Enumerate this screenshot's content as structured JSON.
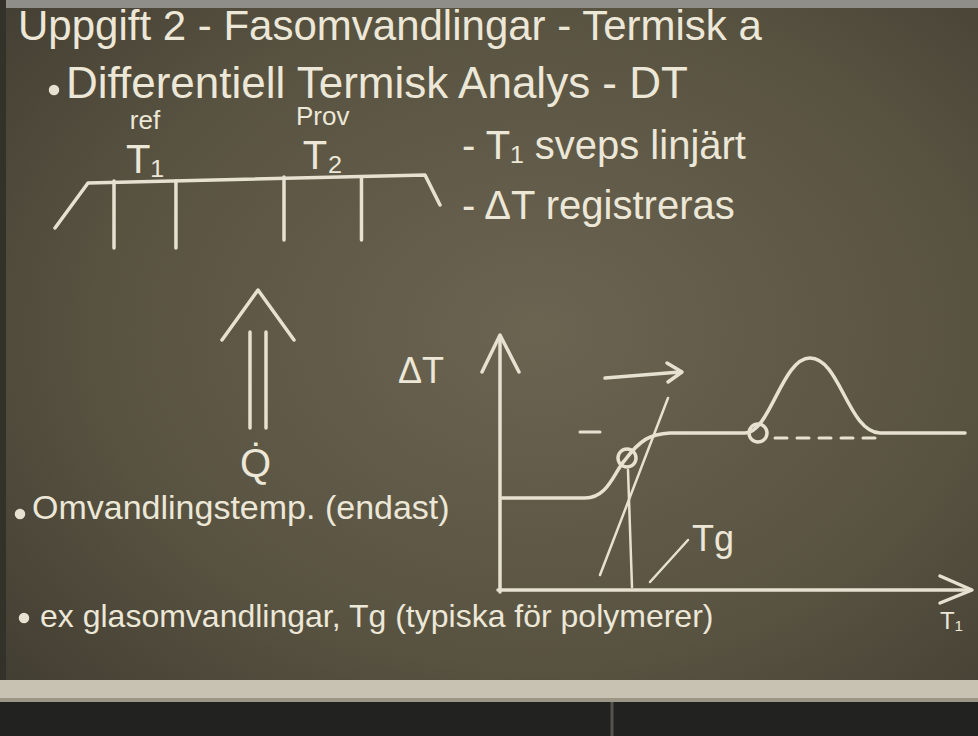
{
  "diagram": {
    "title": "Uppgift 2 - Fasomvandlingar - Termisk a",
    "nodes": [
      {
        "text": [
          "ref",
          "T₁"
        ]
      },
      {
        "text": [
          "Prov",
          "T₂"
        ]
      }
    ],
    "labels": [
      "Differentiell Termisk Analys - DT",
      "- T₁ sveps linjärt",
      "- ΔT registreras",
      "Q̇",
      "ΔT",
      "Tg",
      "T₁",
      "Omvandlingstemp. (endast)",
      "ex glasomvandlingar, Tg (typiska för polymerer)"
    ]
  }
}
